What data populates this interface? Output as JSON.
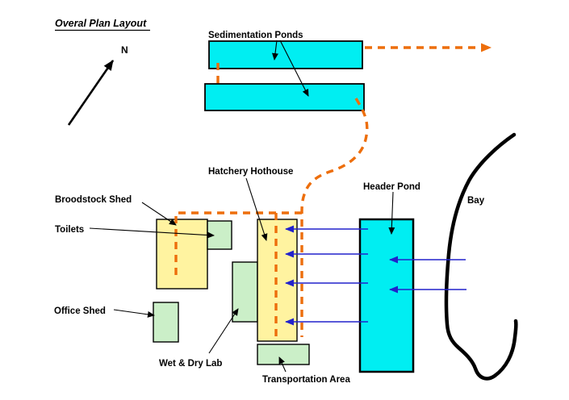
{
  "title": "Overal Plan Layout",
  "compass": {
    "label": "N"
  },
  "labels": {
    "sedimentation_ponds": "Sedimentation Ponds",
    "hatchery_hothouse": "Hatchery Hothouse",
    "broodstock_shed": "Broodstock Shed",
    "toilets": "Toilets",
    "office_shed": "Office Shed",
    "wet_dry_lab": "Wet & Dry Lab",
    "transportation_area": "Transportation Area",
    "header_pond": "Header Pond",
    "bay": "Bay"
  },
  "colors": {
    "pond_water": "#00EEF2",
    "building_yellow": "#FFF3A0",
    "building_green": "#CBEFC8",
    "flow_line_orange": "#ED6E0C",
    "water_arrow_blue": "#2222CC",
    "outline_black": "#000000"
  }
}
